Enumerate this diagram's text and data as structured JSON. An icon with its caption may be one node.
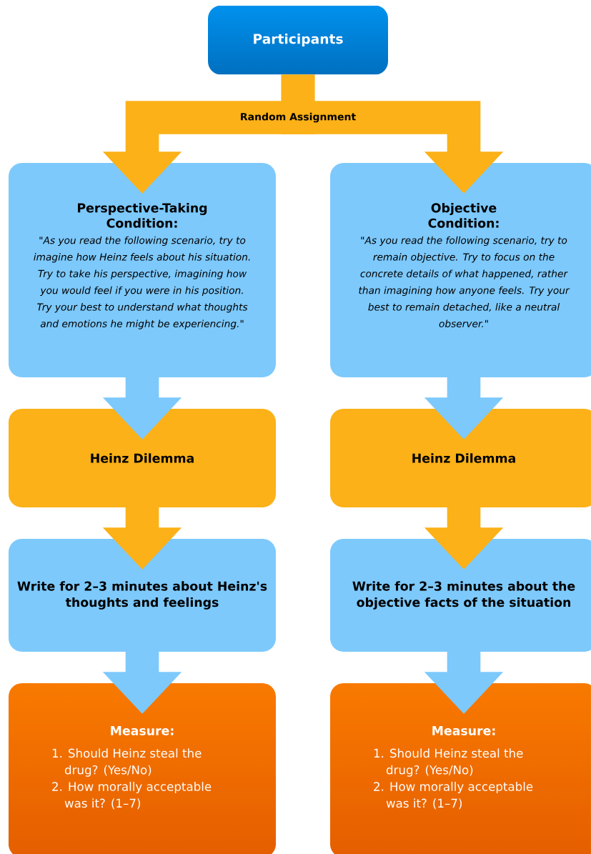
{
  "diagram": {
    "nodes": [
      {
        "text": [
          "Participants"
        ]
      },
      {
        "text": [
          "Perspective-Taking Condition:",
          "\"As you read the following scenario, try to imagine how Heinz feels about his situation. Try to take his perspective, imagining how you would feel if you were in his position. Try your best to understand what thoughts and emotions he might be experiencing.\""
        ]
      },
      {
        "text": [
          "Objective Condition:",
          "\"As you read the following scenario, try to remain objective. Try to focus on the concrete details of what happened, rather than imagining how anyone feels. Try your best to remain detached, like a neutral observer.\""
        ]
      },
      {
        "text": [
          "Heinz Dilemma"
        ]
      },
      {
        "text": [
          "Heinz Dilemma"
        ]
      },
      {
        "text": [
          "Write for 2–3 minutes about Heinz's thoughts and feelings"
        ]
      },
      {
        "text": [
          "Write for 2–3 minutes about the objective facts of the situation"
        ]
      },
      {
        "text": [
          "Measure:",
          "1. Should Heinz steal the drug? (Yes/No)",
          "2. How morally acceptable was it? (1–7)"
        ]
      },
      {
        "text": [
          "Measure:",
          "1. Should Heinz steal the drug? (Yes/No)",
          "2. How morally acceptable was it? (1–7)"
        ]
      }
    ],
    "edges": [
      {
        "from": 0,
        "to": 1,
        "arrow": "to",
        "label": "Random Assignment",
        "color": "#fbb117"
      },
      {
        "from": 0,
        "to": 2,
        "arrow": "to",
        "color": "#fbb117"
      },
      {
        "from": 1,
        "to": 3,
        "arrow": "to",
        "color": "#7dc9fc"
      },
      {
        "from": 2,
        "to": 4,
        "arrow": "to",
        "color": "#7dc9fc"
      },
      {
        "from": 3,
        "to": 5,
        "arrow": "to",
        "color": "#fbb117"
      },
      {
        "from": 4,
        "to": 6,
        "arrow": "to",
        "color": "#fbb117"
      },
      {
        "from": 5,
        "to": 7,
        "arrow": "to",
        "color": "#7dc9fc"
      },
      {
        "from": 6,
        "to": 8,
        "arrow": "to",
        "color": "#7dc9fc"
      }
    ]
  }
}
